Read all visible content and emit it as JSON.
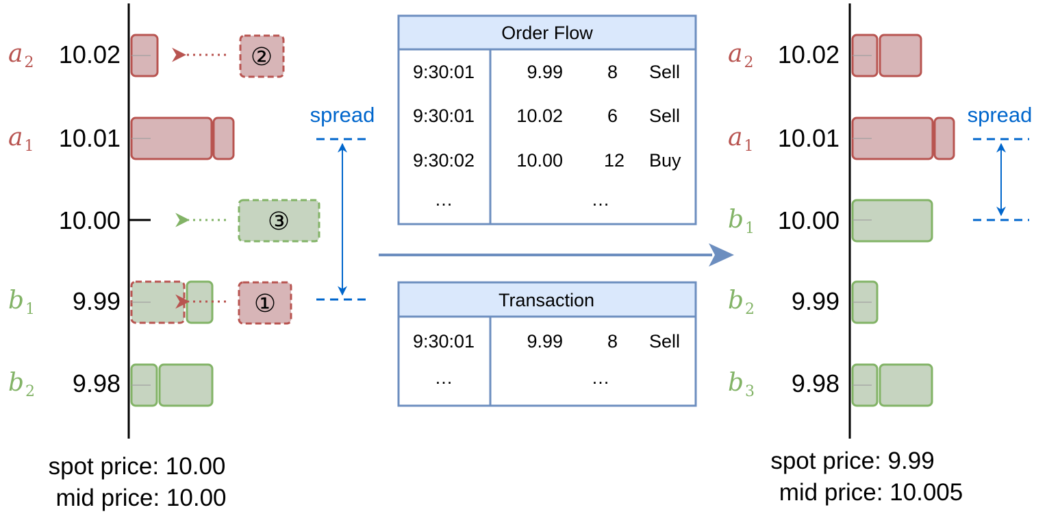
{
  "colors": {
    "ask_fill": "#d7b5b7",
    "ask_stroke": "#b85450",
    "bid_fill": "#c6d4c0",
    "bid_stroke": "#82b366",
    "spread": "#0066cc",
    "table_stroke": "#6c8ebf",
    "table_header": "#dae8fc",
    "arrow": "#6c8ebf"
  },
  "left_book": {
    "levels": [
      {
        "label": "a",
        "sub": "2",
        "side": "ask",
        "price": "10.02"
      },
      {
        "label": "a",
        "sub": "1",
        "side": "ask",
        "price": "10.01"
      },
      {
        "label": "",
        "sub": "",
        "side": "none",
        "price": "10.00"
      },
      {
        "label": "b",
        "sub": "1",
        "side": "bid",
        "price": "9.99"
      },
      {
        "label": "b",
        "sub": "2",
        "side": "bid",
        "price": "9.98"
      }
    ],
    "spot_price": "spot price: 10.00",
    "mid_price": "mid price: 10.00",
    "spread_label": "spread"
  },
  "orders": {
    "one": "①",
    "two": "②",
    "three": "③"
  },
  "order_flow": {
    "title": "Order Flow",
    "rows": [
      {
        "time": "9:30:01",
        "price": "9.99",
        "qty": "8",
        "side": "Sell"
      },
      {
        "time": "9:30:01",
        "price": "10.02",
        "qty": "6",
        "side": "Sell"
      },
      {
        "time": "9:30:02",
        "price": "10.00",
        "qty": "12",
        "side": "Buy"
      }
    ],
    "ellipsis_left": "…",
    "ellipsis_right": "…"
  },
  "transaction": {
    "title": "Transaction",
    "rows": [
      {
        "time": "9:30:01",
        "price": "9.99",
        "qty": "8",
        "side": "Sell"
      }
    ],
    "ellipsis_left": "…",
    "ellipsis_right": "…"
  },
  "right_book": {
    "levels": [
      {
        "label": "a",
        "sub": "2",
        "side": "ask",
        "price": "10.02"
      },
      {
        "label": "a",
        "sub": "1",
        "side": "ask",
        "price": "10.01"
      },
      {
        "label": "b",
        "sub": "1",
        "side": "bid",
        "price": "10.00"
      },
      {
        "label": "b",
        "sub": "2",
        "side": "bid",
        "price": "9.99"
      },
      {
        "label": "b",
        "sub": "3",
        "side": "bid",
        "price": "9.98"
      }
    ],
    "spot_price": "spot price: 9.99",
    "mid_price": "mid price: 10.005",
    "spread_label": "spread"
  }
}
